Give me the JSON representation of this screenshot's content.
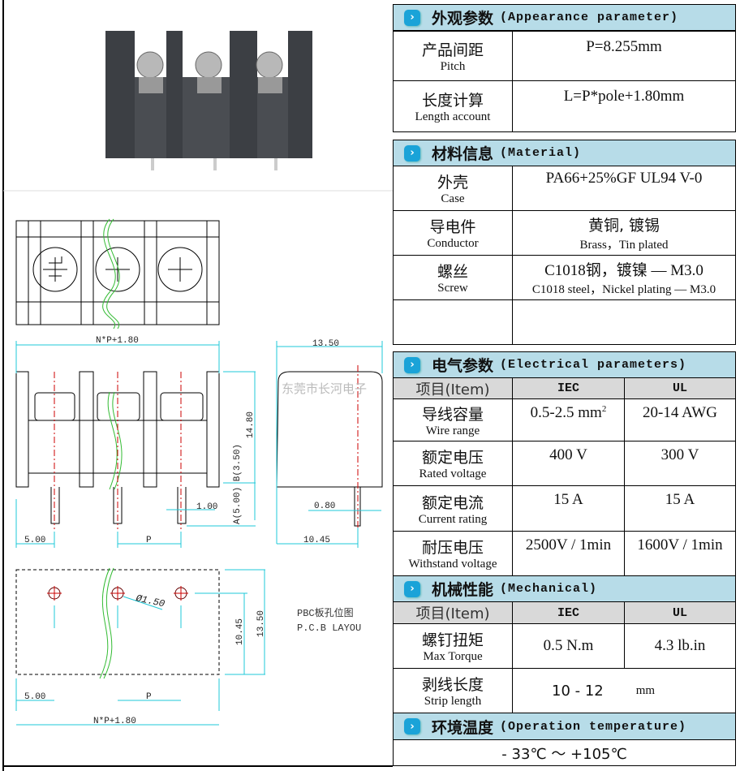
{
  "drawing": {
    "dims": {
      "overall": "N*P+1.80",
      "depth": "13.50",
      "height": "14.80",
      "pin_width": "1.00",
      "pin_len": "A(5.00) B(3.50)",
      "first_pin": "5.00",
      "pitch": "P",
      "pin_thk": "0.80",
      "pin_offset": "10.45",
      "hole": "Ø1.50",
      "pcb_row": "10.45",
      "pcb_depth": "13.50",
      "pcb_first": "5.00",
      "pcb_pitch": "P",
      "pcb_overall": "N*P+1.80"
    },
    "pcb_label_zh": "PBC板孔位图",
    "pcb_label_en": "P.C.B LAYOU",
    "watermark": "东莞市长河电子"
  },
  "appearance": {
    "zh": "外观参数",
    "en": "(Appearance parameter)",
    "rows": [
      {
        "zh": "产品间距",
        "en": "Pitch",
        "value": "P=8.255mm"
      },
      {
        "zh": "长度计算",
        "en": "Length account",
        "value": "L=P*pole+1.80mm"
      }
    ]
  },
  "material": {
    "zh": "材料信息",
    "en": "(Material)",
    "rows": [
      {
        "zh": "外壳",
        "en": "Case",
        "value": "PA66+25%GF UL94 V-0",
        "value_en": ""
      },
      {
        "zh": "导电件",
        "en": "Conductor",
        "value": "黄铜, 镀锡",
        "value_en": "Brass，Tin plated"
      },
      {
        "zh": "螺丝",
        "en": "Screw",
        "value": "C1018钢，镀镍 — M3.0",
        "value_en": "C1018 steel，Nickel plating — M3.0"
      }
    ]
  },
  "electrical": {
    "zh": "电气参数",
    "en": "(Electrical parameters)",
    "head": {
      "item": "项目(Item)",
      "iec": "IEC",
      "ul": "UL"
    },
    "rows": [
      {
        "zh": "导线容量",
        "en": "Wire range",
        "iec": "0.5-2.5 mm",
        "iec_sup": "2",
        "ul": "20-14  AWG"
      },
      {
        "zh": "额定电压",
        "en": "Rated voltage",
        "iec": "400 V",
        "ul": "300 V"
      },
      {
        "zh": "额定电流",
        "en": "Current rating",
        "iec": "15 A",
        "ul": "15  A"
      },
      {
        "zh": "耐压电压",
        "en": "Withstand voltage",
        "iec": "2500V / 1min",
        "ul": "1600V / 1min"
      }
    ]
  },
  "mechanical": {
    "zh": "机械性能",
    "en": "(Mechanical)",
    "head": {
      "item": "项目(Item)",
      "iec": "IEC",
      "ul": "UL"
    },
    "torque": {
      "zh": "螺钉扭矩",
      "en": "Max Torque",
      "iec": "0.5  N.m",
      "ul": "4.3 lb.in"
    },
    "strip": {
      "zh": "剥线长度",
      "en": "Strip length",
      "value": "10 - 12",
      "unit": "mm"
    }
  },
  "environment": {
    "zh": "环境温度",
    "en": "(Operation temperature)",
    "value": "- 33℃  ～  +105℃"
  },
  "colors": {
    "header": "#b7dce8",
    "accent": "#1aa3d8",
    "dim": "#1fc8d8",
    "center": "#c00000",
    "wire": "#33bb33"
  }
}
